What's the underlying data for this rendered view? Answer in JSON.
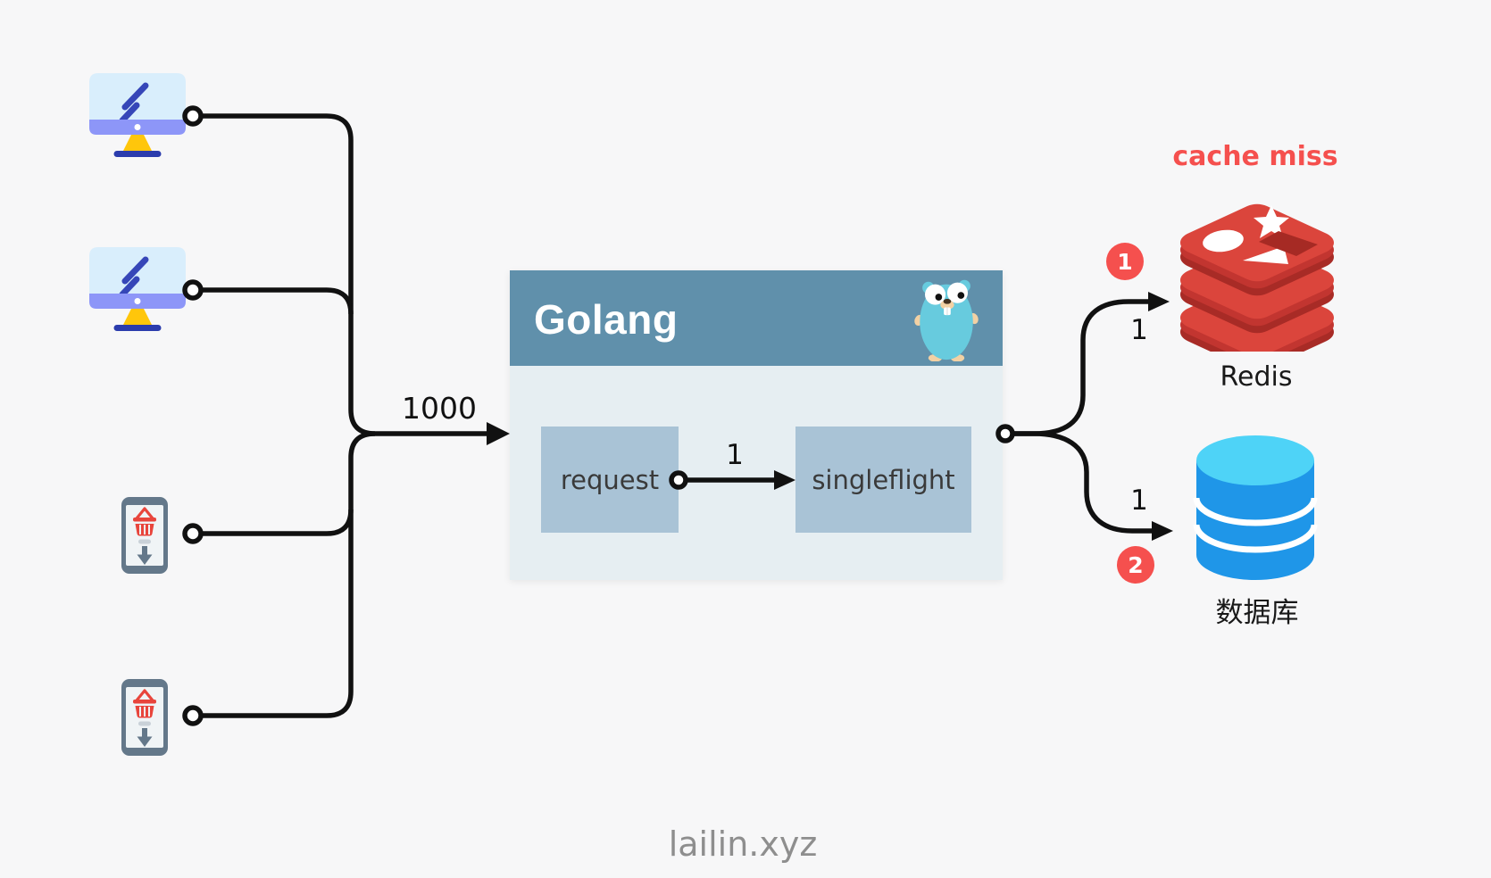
{
  "colors": {
    "background": "#f7f7f8",
    "line": "#111111",
    "accent_red": "#f5504e",
    "golang_header": "#6090ab",
    "golang_body": "#e6eef2",
    "inner_box": "#a9c3d6",
    "redis_red": "#db453c",
    "db_blue": "#1f96e8",
    "db_top": "#4ed3f7",
    "watermark_gray": "#8e8e8e"
  },
  "icons": {
    "desktop_client": "desktop-monitor-icon",
    "mobile_client": "shopping-app-phone-icon",
    "gopher": "golang-gopher-mascot-icon",
    "redis": "redis-stack-icon",
    "database": "database-cylinder-icon"
  },
  "edges": {
    "clients_to_golang": "1000",
    "request_to_singleflight": "1",
    "golang_to_redis": "1",
    "golang_to_database": "1"
  },
  "golang": {
    "title": "Golang",
    "request": "request",
    "singleflight": "singleflight"
  },
  "right": {
    "cache_miss": "cache miss",
    "redis_step_badge": "1",
    "db_step_badge": "2",
    "redis_label": "Redis",
    "database_label": "数据库"
  },
  "watermark": "lailin.xyz"
}
